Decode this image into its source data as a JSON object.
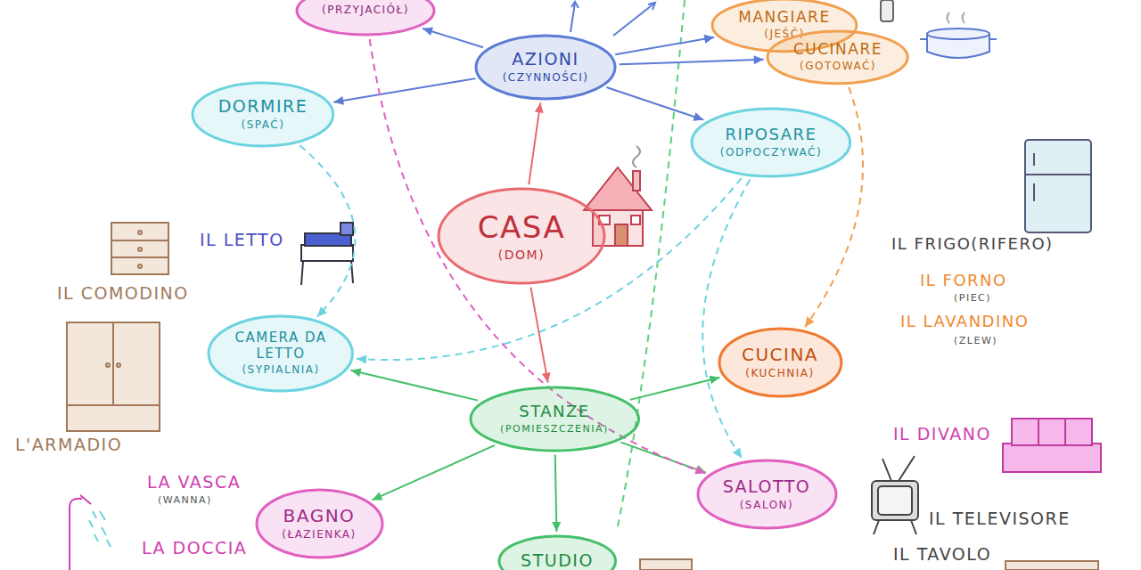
{
  "diagram": {
    "nodes": [
      {
        "text": [
          "(PRZYJACIÓŁ)"
        ]
      },
      {
        "text": [
          "AZIONI",
          "(CZYNNOŚCI)"
        ]
      },
      {
        "text": [
          "MANGIARE",
          "(JEŚĆ)"
        ]
      },
      {
        "text": [
          "CUCINARE",
          "(GOTOWAĆ)"
        ]
      },
      {
        "text": [
          "DORMIRE",
          "(SPAĆ)"
        ]
      },
      {
        "text": [
          "RIPOSARE",
          "(ODPOCZYWAĆ)"
        ]
      },
      {
        "text": [
          "CASA",
          "(DOM)"
        ]
      },
      {
        "text": [
          "CAMERA DA LETTO",
          "(SYPIALNIA)"
        ]
      },
      {
        "text": [
          "STANZE",
          "(POMIESZCZENIA)"
        ]
      },
      {
        "text": [
          "CUCINA",
          "(KUCHNIA)"
        ]
      },
      {
        "text": [
          "BAGNO",
          "(ŁAZIENKA)"
        ]
      },
      {
        "text": [
          "SALOTTO",
          "(SALON)"
        ]
      },
      {
        "text": [
          "STUDIO"
        ]
      }
    ],
    "edges": [
      {
        "from": 6,
        "to": 1,
        "arrow": "to"
      },
      {
        "from": 6,
        "to": 8,
        "arrow": "to"
      },
      {
        "from": 1,
        "to": 0,
        "arrow": "to"
      },
      {
        "from": 1,
        "to": 2,
        "arrow": "to"
      },
      {
        "from": 1,
        "to": 3,
        "arrow": "to"
      },
      {
        "from": 1,
        "to": 4,
        "arrow": "to"
      },
      {
        "from": 1,
        "to": 5,
        "arrow": "to"
      },
      {
        "from": 8,
        "to": 7,
        "arrow": "to"
      },
      {
        "from": 8,
        "to": 9,
        "arrow": "to"
      },
      {
        "from": 8,
        "to": 10,
        "arrow": "to"
      },
      {
        "from": 8,
        "to": 11,
        "arrow": "to"
      },
      {
        "from": 8,
        "to": 12,
        "arrow": "to"
      },
      {
        "from": 4,
        "to": 7,
        "arrow": "to"
      },
      {
        "from": 5,
        "to": 7,
        "arrow": "to"
      },
      {
        "from": 5,
        "to": 11,
        "arrow": "to"
      },
      {
        "from": 3,
        "to": 9,
        "arrow": "to"
      },
      {
        "from": 0,
        "to": 11,
        "arrow": "to"
      }
    ],
    "labels": [
      "IL LETTO",
      "IL COMODINO",
      "L'ARMADIO",
      "IL FRIGO(RIFERO)",
      "IL FORNO",
      "(PIEC)",
      "IL LAVANDINO",
      "(ZLEW)",
      "LA VASCA",
      "(WANNA)",
      "LA DOCCIA",
      "IL DIVANO",
      "IL TELEVISORE",
      "IL TAVOLO"
    ]
  }
}
